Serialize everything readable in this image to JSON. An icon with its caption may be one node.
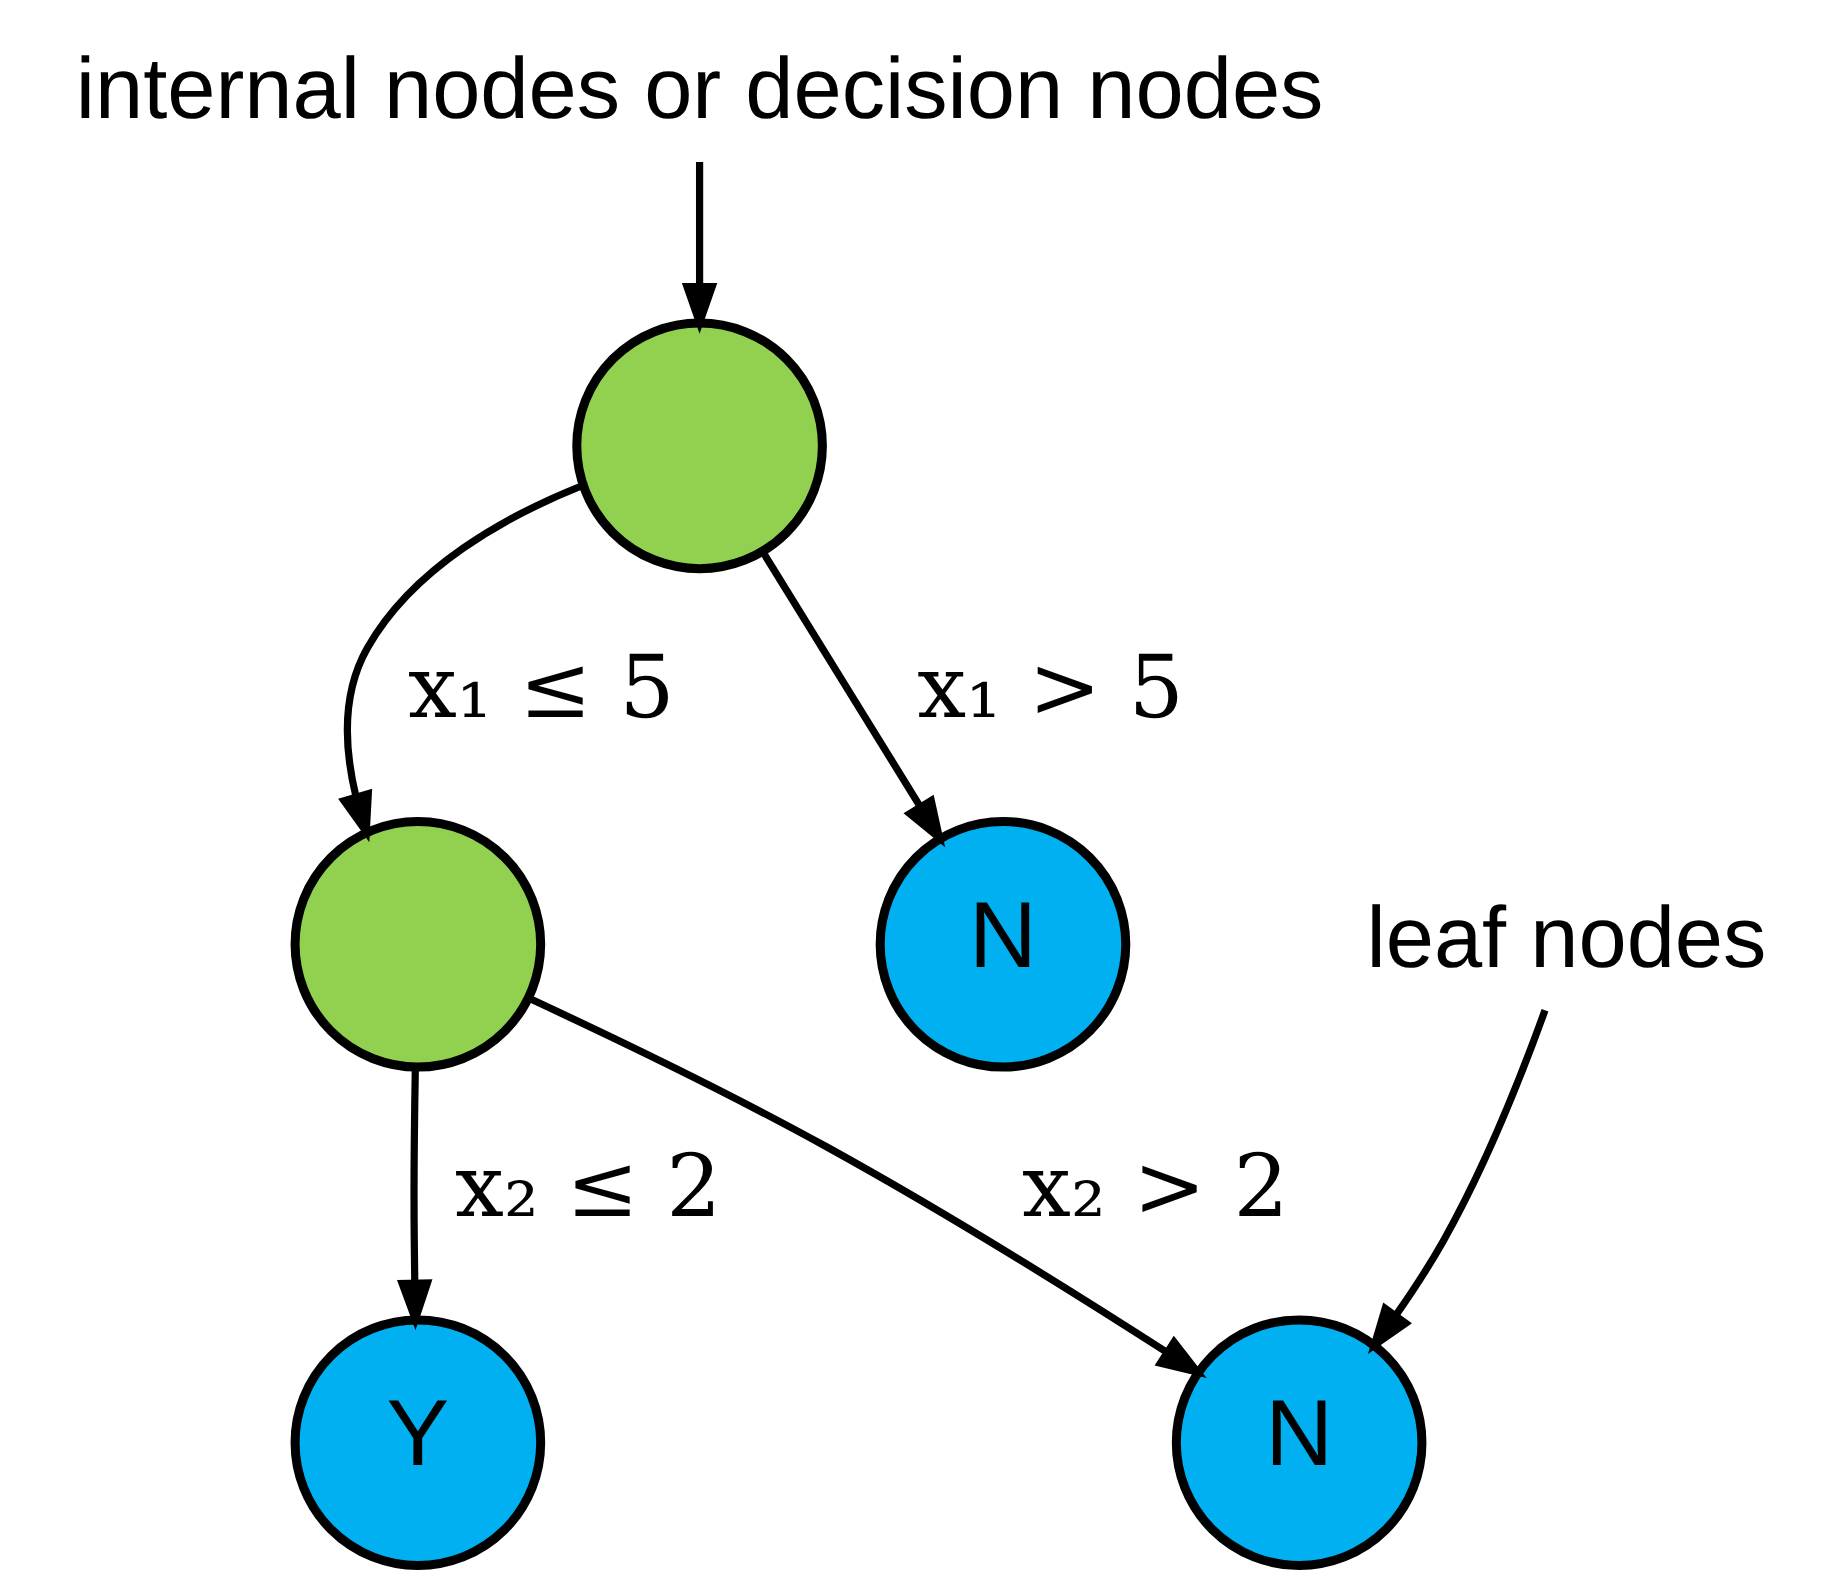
{
  "diagram": {
    "nodes": [
      {
        "text": [
          "internal nodes or decision nodes"
        ]
      },
      {
        "text": [],
        "shape": "circle"
      },
      {
        "text": [],
        "shape": "circle"
      },
      {
        "text": [
          "N"
        ]
      },
      {
        "text": [
          "Y"
        ]
      },
      {
        "text": [
          "N"
        ]
      },
      {
        "text": [
          "leaf nodes"
        ]
      }
    ],
    "edges": [
      {
        "from": 0,
        "to": 1,
        "arrow": "to"
      },
      {
        "from": 1,
        "to": 2,
        "arrow": "to",
        "label": "x₁ ≤ 5"
      },
      {
        "from": 1,
        "to": 3,
        "arrow": "to",
        "label": "x₁ > 5"
      },
      {
        "from": 2,
        "to": 4,
        "arrow": "to",
        "label": "x₂ ≤ 2"
      },
      {
        "from": 2,
        "to": 5,
        "arrow": "to",
        "label": "x₂ > 2"
      },
      {
        "from": 6,
        "to": 5,
        "arrow": "to"
      }
    ]
  }
}
